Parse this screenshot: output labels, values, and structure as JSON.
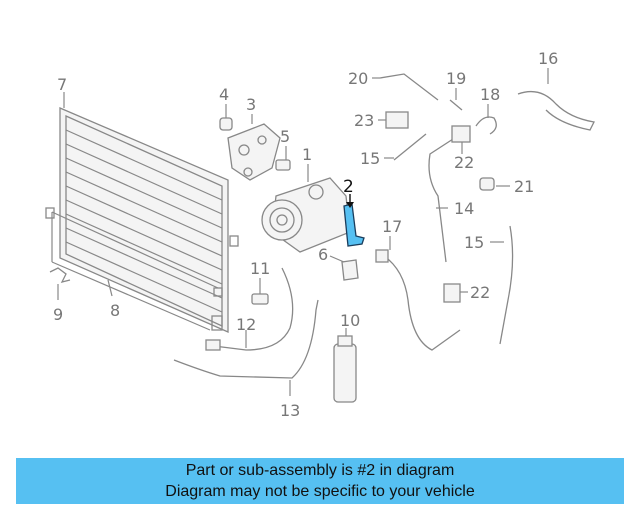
{
  "diagram": {
    "callouts": {
      "c1": "1",
      "c2": "2",
      "c3": "3",
      "c4": "4",
      "c5": "5",
      "c6": "6",
      "c7": "7",
      "c8": "8",
      "c9": "9",
      "c10": "10",
      "c11": "11",
      "c12": "12",
      "c13": "13",
      "c14": "14",
      "c15a": "15",
      "c15b": "15",
      "c16": "16",
      "c17": "17",
      "c18": "18",
      "c19": "19",
      "c20": "20",
      "c21": "21",
      "c22a": "22",
      "c22b": "22",
      "c23": "23"
    },
    "highlight_color": "#56c0f2"
  },
  "banner": {
    "line1": "Part or sub-assembly is #2 in diagram",
    "line2": "Diagram may not be specific to your vehicle"
  }
}
